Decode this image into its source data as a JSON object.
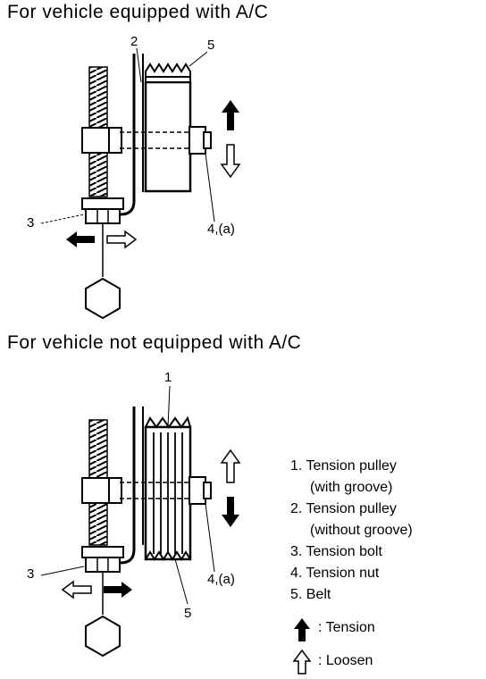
{
  "top": {
    "title": "For vehicle equipped with A/C",
    "callouts": {
      "n2": "2",
      "n5": "5",
      "n3": "3",
      "n4a": "4,(a)"
    }
  },
  "bottom": {
    "title": "For vehicle not equipped with A/C",
    "callouts": {
      "n1": "1",
      "n3": "3",
      "n4a": "4,(a)",
      "n5": "5"
    }
  },
  "legend": {
    "items": [
      {
        "num": "1.",
        "text": "Tension pulley",
        "sub": "(with groove)"
      },
      {
        "num": "2.",
        "text": "Tension pulley",
        "sub": "(without groove)"
      },
      {
        "num": "3.",
        "text": "Tension bolt"
      },
      {
        "num": "4.",
        "text": "Tension nut"
      },
      {
        "num": "5.",
        "text": "Belt"
      }
    ],
    "tension": ": Tension",
    "loosen": ": Loosen"
  }
}
